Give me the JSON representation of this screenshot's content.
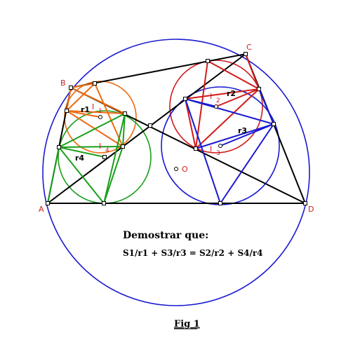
{
  "labels": {
    "A": "A",
    "B": "B",
    "C": "C",
    "D": "D",
    "I1": "I",
    "I1_sub": "1",
    "I2": "I",
    "I2_sub": "2",
    "I3": "I",
    "I3_sub": "3",
    "I4": "I",
    "I4_sub": "4",
    "O": "O",
    "r1": "r1",
    "r2": "r2",
    "r3": "r3",
    "r4": "r4"
  },
  "statement": {
    "heading": "Demostrar que:",
    "formula": "S1/r1 + S3/r3 = S2/r2 + S4/r4"
  },
  "caption": "Fig 1",
  "colors": {
    "circumcircle": "#1a1ad2",
    "quadrilateral": "#000000",
    "triangle1": "#ee6a10",
    "triangle2": "#d21a1a",
    "triangle3": "#1a1ad2",
    "triangle4": "#1aa01a",
    "labels": "#d22020"
  }
}
